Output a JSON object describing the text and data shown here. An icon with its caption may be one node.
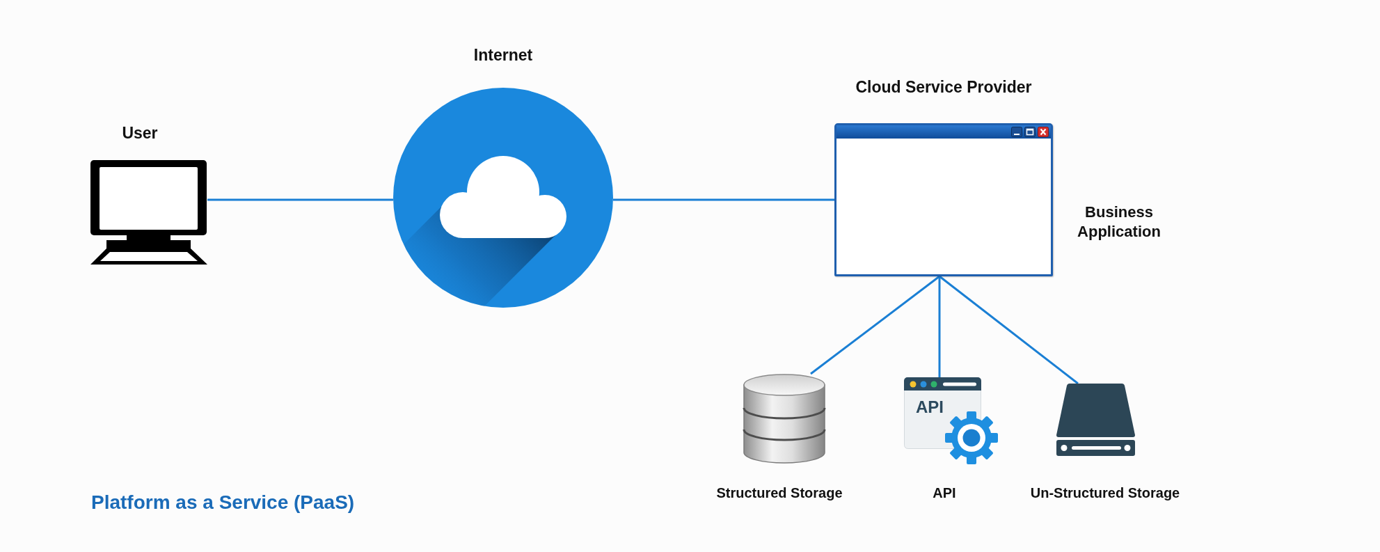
{
  "diagram": {
    "title": "Platform as a Service (PaaS)",
    "nodes": [
      {
        "text": [
          "User"
        ]
      },
      {
        "text": [
          "Internet"
        ]
      },
      {
        "text": [
          "Cloud Service Provider"
        ],
        "beside": [
          "Business Application"
        ]
      },
      {
        "text": [
          "Structured Storage"
        ]
      },
      {
        "text": [
          "API"
        ]
      },
      {
        "text": [
          "Un-Structured Storage"
        ]
      }
    ],
    "edges": [
      {
        "from": 0,
        "to": 1,
        "arrow": "none"
      },
      {
        "from": 1,
        "to": 2,
        "arrow": "none"
      },
      {
        "from": 2,
        "to": 3,
        "arrow": "none"
      },
      {
        "from": 2,
        "to": 4,
        "arrow": "none"
      },
      {
        "from": 2,
        "to": 5,
        "arrow": "none"
      }
    ],
    "labels": [
      "API"
    ]
  }
}
